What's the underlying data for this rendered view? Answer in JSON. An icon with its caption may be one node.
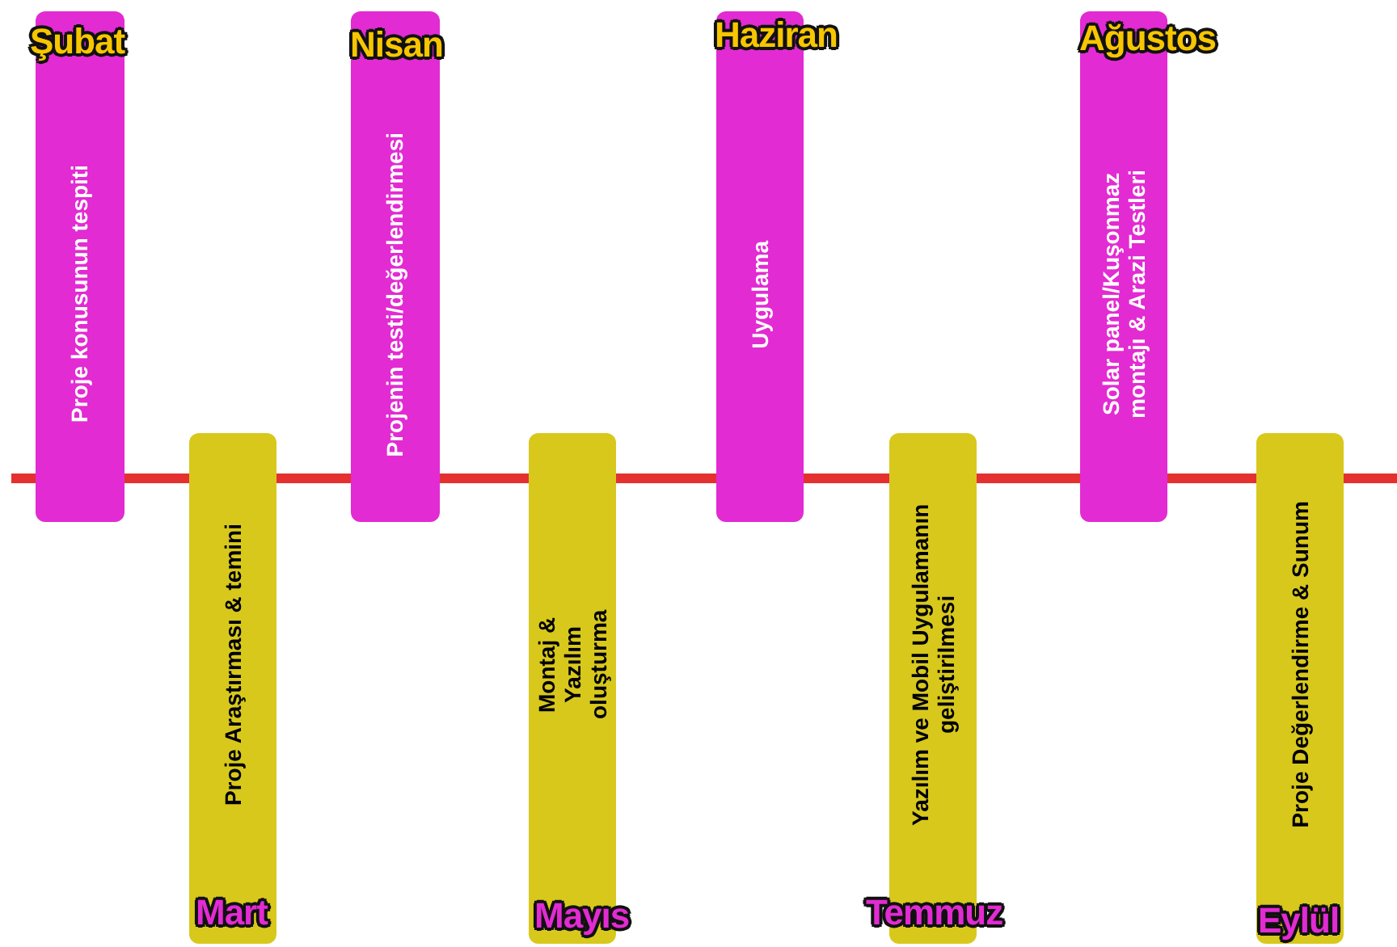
{
  "diagram": {
    "nodes": [
      {
        "text": [
          "Şubat",
          "Proje konusunun tespiti"
        ]
      },
      {
        "text": [
          "Mart",
          "Proje Araştırması & temini"
        ]
      },
      {
        "text": [
          "Nisan",
          "Projenin testi/değerlendirmesi"
        ]
      },
      {
        "text": [
          "Mayıs",
          "Montaj & Yazılım oluşturma"
        ]
      },
      {
        "text": [
          "Haziran",
          "Uygulama"
        ]
      },
      {
        "text": [
          "Temmuz",
          "Yazılım ve Mobil Uygulamanın geliştirilmesi"
        ]
      },
      {
        "text": [
          "Ağustos",
          "Solar panel/Kuşonmaz montajı & Arazi Testleri"
        ]
      },
      {
        "text": [
          "Eylül",
          "Proje Değerlendirme & Sunum"
        ]
      }
    ]
  }
}
